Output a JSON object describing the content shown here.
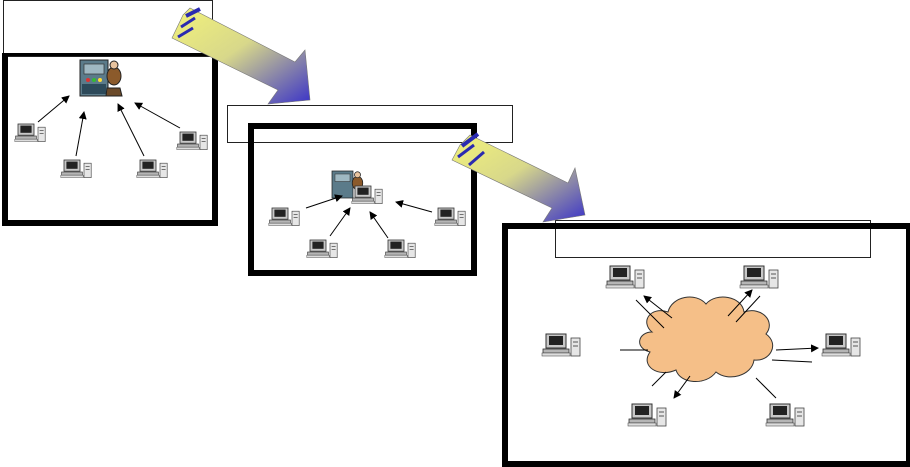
{
  "stages": [
    {
      "id": "stage-1",
      "caption": "",
      "topology": "mainframe-centralized"
    },
    {
      "id": "stage-2",
      "caption": "",
      "topology": "server-centralized"
    },
    {
      "id": "stage-3",
      "caption": "",
      "topology": "cloud-network"
    }
  ],
  "arrows": [
    {
      "from": "stage-1",
      "to": "stage-2"
    },
    {
      "from": "stage-2",
      "to": "stage-3"
    }
  ],
  "colors": {
    "arrow_start": "#f2f27a",
    "arrow_end": "#3a33c8",
    "cloud_fill": "#f5bf88",
    "cloud_stroke": "#333333",
    "frame": "#000000"
  },
  "icons": {
    "terminal": "computer-terminal-icon",
    "mainframe": "mainframe-operator-icon",
    "server": "server-workstation-icon",
    "cloud": "network-cloud-icon"
  }
}
